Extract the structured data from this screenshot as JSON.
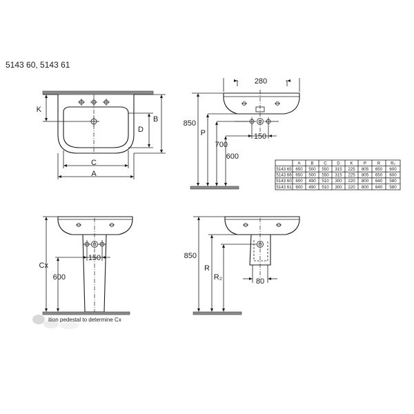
{
  "header": {
    "models": "5143 60, 5143 61"
  },
  "dims": {
    "top_width": "280",
    "k": "K",
    "d": "D",
    "b": "B",
    "c": "C",
    "a": "A",
    "h850_top": "850",
    "p": "P",
    "h700": "700",
    "h600_top": "600",
    "w150_top": "150",
    "cx": "Cx",
    "h600_bottom": "600",
    "w150_bottom": "150",
    "h850_bottom": "850",
    "r": "R",
    "r2": "R₂",
    "w80": "80"
  },
  "note": "ition pedestal to determine Cx",
  "table": {
    "columns": [
      "",
      "A",
      "B",
      "C",
      "D",
      "K",
      "P",
      "R",
      "R₂"
    ],
    "rows": [
      [
        "5143 65",
        "650",
        "500",
        "550",
        "315",
        "225",
        "805",
        "650",
        "600"
      ],
      [
        "5143 66",
        "650",
        "500",
        "550",
        "315",
        "225",
        "805",
        "650",
        "600"
      ],
      [
        "5143 60",
        "600",
        "490",
        "510",
        "300",
        "220",
        "800",
        "640",
        "580"
      ],
      [
        "5143 61",
        "600",
        "490",
        "510",
        "300",
        "220",
        "800",
        "640",
        "580"
      ]
    ]
  }
}
